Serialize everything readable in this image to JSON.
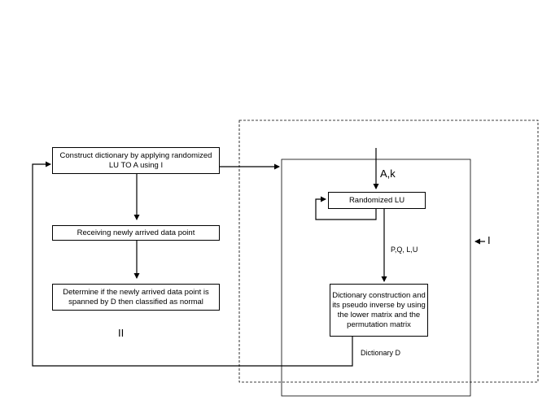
{
  "nodes": {
    "construct": "Construct dictionary by applying randomized LU TO A using I",
    "receive": "Receiving newly arrived data point",
    "determine": "Determine if the newly arrived data point is spanned by D then classified as normal",
    "rlu": "Randomized LU",
    "dictconst": "Dictionary construction and its pseudo  inverse by using the lower matrix and the permutation matrix"
  },
  "labels": {
    "input": "A,k",
    "factors": "P,Q, L,U",
    "output": "Dictionary D",
    "region_one": "I",
    "region_two": "II"
  }
}
